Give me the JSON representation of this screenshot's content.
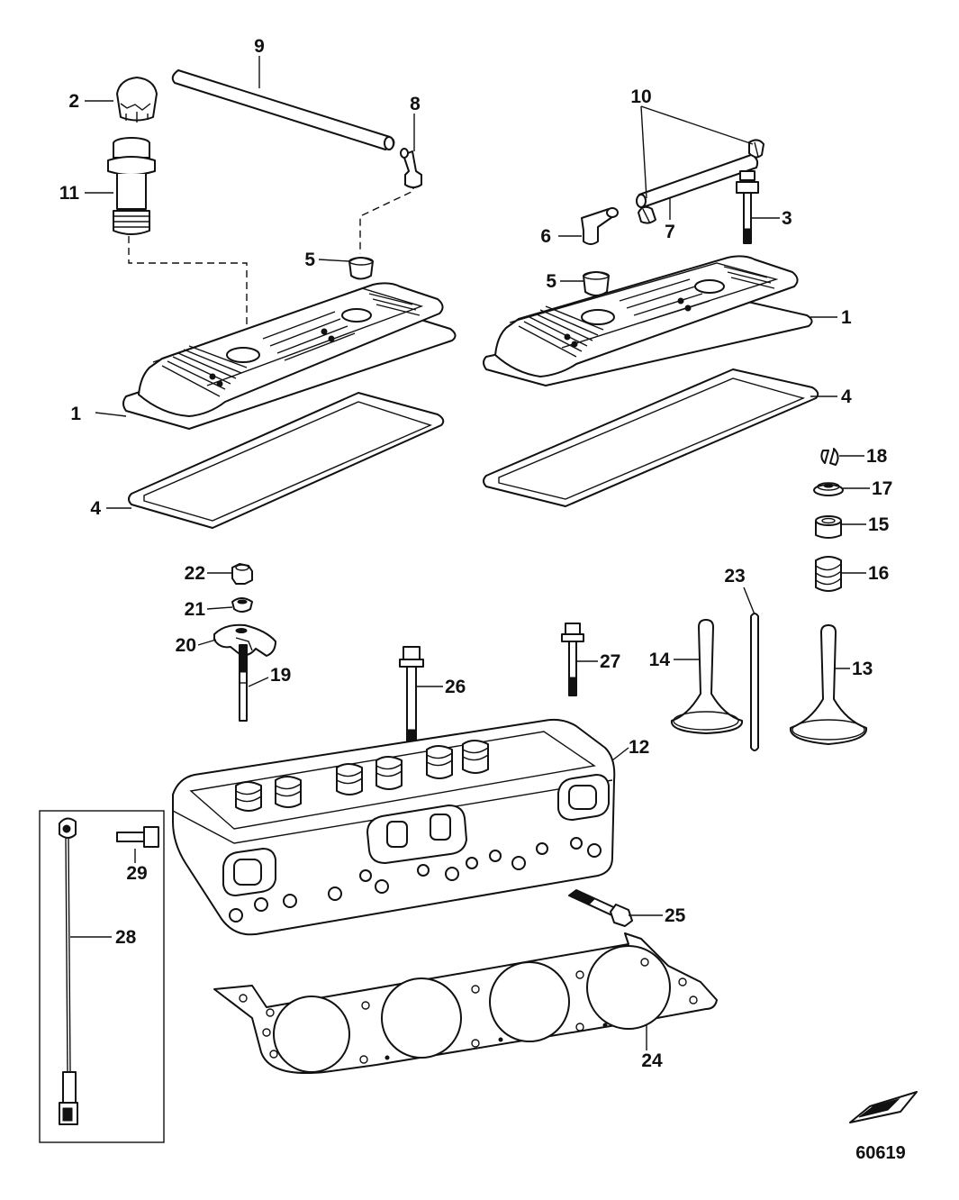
{
  "diagram": {
    "labels": [
      "1",
      "1",
      "2",
      "3",
      "4",
      "4",
      "5",
      "5",
      "6",
      "7",
      "8",
      "9",
      "10",
      "11",
      "12",
      "13",
      "14",
      "15",
      "16",
      "17",
      "18",
      "19",
      "20",
      "21",
      "22",
      "23",
      "24",
      "25",
      "26",
      "27",
      "28",
      "29"
    ],
    "figure_code": "60619",
    "icon": "boat-icon"
  }
}
